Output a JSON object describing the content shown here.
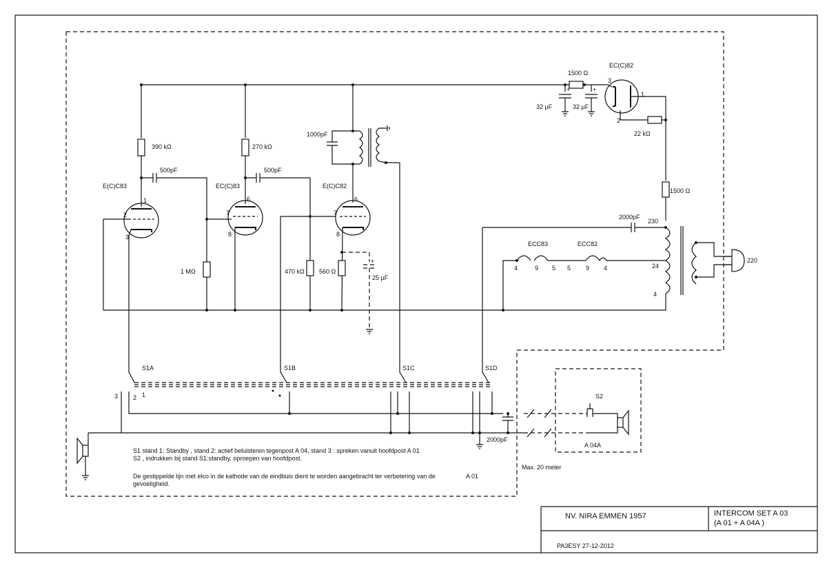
{
  "tubes": {
    "v1": {
      "type": "E(C)C83",
      "pin_plate": "1",
      "pin_grid": "2",
      "pin_cathode": "3"
    },
    "v2": {
      "type": "EC(C)83",
      "pin_plate": "6",
      "pin_grid": "7",
      "pin_cathode": "8"
    },
    "v3": {
      "type": "E(C)C82",
      "pin_plate": "6",
      "pin_grid": "7",
      "pin_cathode": "8"
    },
    "v4": {
      "type": "EC(C)82",
      "pin_plate": "1",
      "pin_grid": "2",
      "pin_cathode": "3"
    }
  },
  "components": {
    "r_plate1": "390 kΩ",
    "r_plate2": "270 kΩ",
    "c_couple1": "500pF",
    "c_couple2": "500pF",
    "r_grid2": "1 MΩ",
    "r_grid3": "470 kΩ",
    "r_cathode3": "560 Ω",
    "c_cathode3": "25 µF",
    "c_output": "1000pF",
    "r_filter1": "1500 Ω",
    "c_filter1": "32 µF",
    "c_filter2": "32 µF",
    "r_rect": "22 kΩ",
    "r_filter2": "1500 Ω",
    "c_mains": "2000pF",
    "c_line": "2000pF"
  },
  "transformer": {
    "tap_high": "230",
    "tap_mid": "24",
    "tap_low": "4",
    "mains": "220"
  },
  "heaters": {
    "tube_a": "ECC83",
    "tube_b": "ECC82",
    "pins": [
      "4",
      "9",
      "5",
      "5",
      "9",
      "4"
    ]
  },
  "switch": {
    "s1a": "S1A",
    "s1b": "S1B",
    "s1c": "S1C",
    "s1d": "S1D",
    "pos3": "3",
    "pos2": "2",
    "pos1": "1",
    "s2": "S2"
  },
  "remote": {
    "label": "A 04A",
    "distance": "Max. 20 meter"
  },
  "notes": {
    "line1": "S1 stand 1: Standby , stand 2: actief beluisteren tegenpost A 04, stand 3 : spreken vanuit hoofdpost A 01",
    "line2": "S2 , indrukken bij  stand S1:standby, oproepen  van hoofdpost.",
    "line3": "De gestippelde lijn met elco in de kathode van de eindbuis dient te worden aangebracht ter verbetering van de",
    "line4": "gevoeligheid.",
    "unit": "A 01"
  },
  "title_block": {
    "maker": "NV. NIRA  EMMEN 1957",
    "title": "INTERCOM  SET A 03",
    "subtitle": "(A 01 + A 04A )",
    "author": "PA3ESY  27-12-2012"
  }
}
